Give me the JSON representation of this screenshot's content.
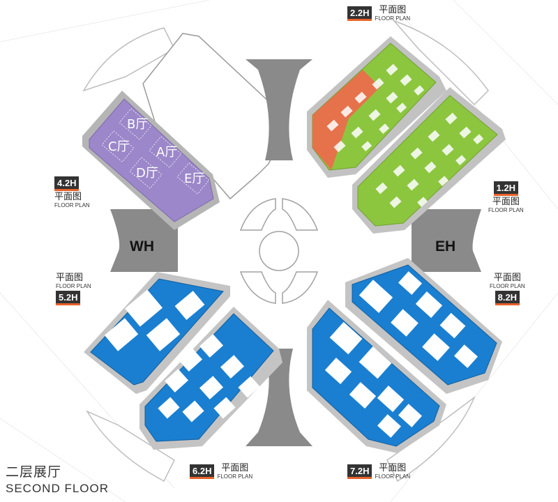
{
  "floor": {
    "title_cn": "二层展厅",
    "title_en": "SECOND FLOOR"
  },
  "wings": {
    "west": "WH",
    "east": "EH"
  },
  "plan_label": {
    "cn": "平面图",
    "en": "FLOOR PLAN"
  },
  "halls": {
    "h22": {
      "code": "2.2H",
      "color": "#8cc63f",
      "accent": "#ee6a4c"
    },
    "h12": {
      "code": "1.2H",
      "color": "#8cc63f"
    },
    "h42": {
      "code": "4.2H",
      "color": "#9b87c9",
      "subhalls": [
        "B厅",
        "C厅",
        "A厅",
        "D厅",
        "E厅"
      ]
    },
    "h52": {
      "code": "5.2H",
      "color": "#1a7fd0"
    },
    "h62": {
      "code": "6.2H",
      "color": "#1a7fd0"
    },
    "h72": {
      "code": "7.2H",
      "color": "#1a7fd0"
    },
    "h82": {
      "code": "8.2H",
      "color": "#1a7fd0"
    }
  },
  "colors": {
    "road": "#ebebeb",
    "plaza": "#888888",
    "building_outline": "#999999",
    "badge_bg": "#333333",
    "badge_accent": "#e8622c"
  }
}
